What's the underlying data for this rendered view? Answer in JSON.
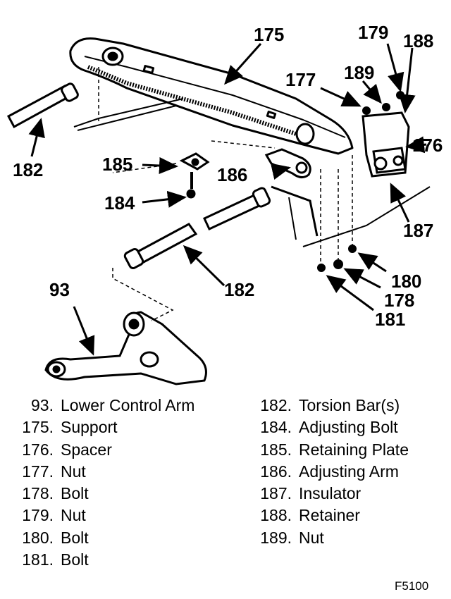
{
  "callouts": {
    "c175": "175",
    "c179": "179",
    "c188": "188",
    "c177": "177",
    "c189": "189",
    "c176": "176",
    "c182a": "182",
    "c185": "185",
    "c186": "186",
    "c184": "184",
    "c187": "187",
    "c180": "180",
    "c178": "178",
    "c181": "181",
    "c182b": "182",
    "c93": "93"
  },
  "legend": {
    "left": [
      {
        "num": "93.",
        "label": "Lower Control Arm"
      },
      {
        "num": "175.",
        "label": "Support"
      },
      {
        "num": "176.",
        "label": "Spacer"
      },
      {
        "num": "177.",
        "label": "Nut"
      },
      {
        "num": "178.",
        "label": "Bolt"
      },
      {
        "num": "179.",
        "label": "Nut"
      },
      {
        "num": "180.",
        "label": "Bolt"
      },
      {
        "num": "181.",
        "label": "Bolt"
      }
    ],
    "right": [
      {
        "num": "182.",
        "label": "Torsion Bar(s)"
      },
      {
        "num": "184.",
        "label": "Adjusting Bolt"
      },
      {
        "num": "185.",
        "label": "Retaining Plate"
      },
      {
        "num": "186.",
        "label": "Adjusting Arm"
      },
      {
        "num": "187.",
        "label": "Insulator"
      },
      {
        "num": "188.",
        "label": "Retainer"
      },
      {
        "num": "189.",
        "label": "Nut"
      }
    ]
  },
  "figure_code": "F5100"
}
